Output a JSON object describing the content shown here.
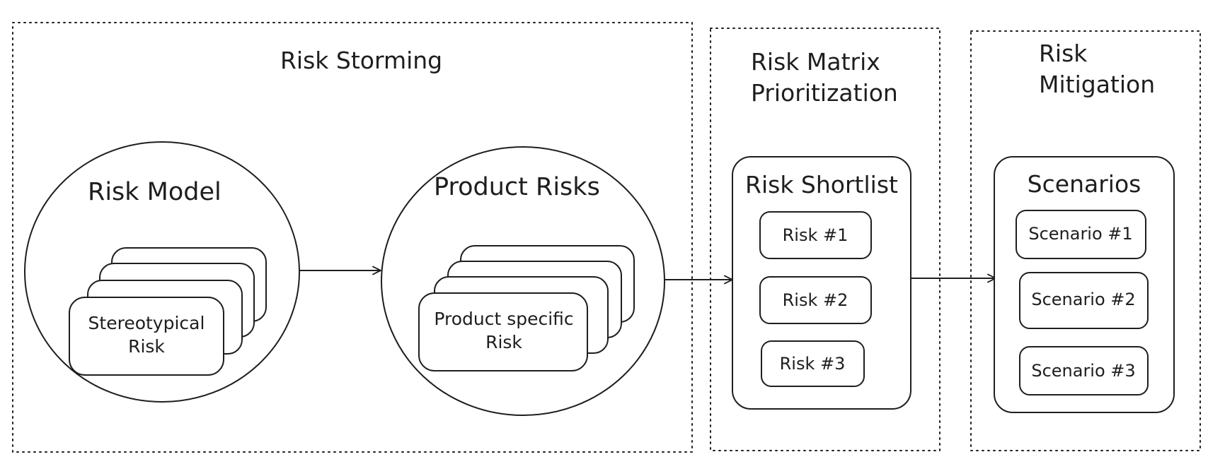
{
  "sections": {
    "storming": {
      "title": "Risk Storming"
    },
    "matrix": {
      "title_line1": "Risk Matrix",
      "title_line2": "Prioritization"
    },
    "mitigation": {
      "title_line1": "Risk",
      "title_line2": "Mitigation"
    }
  },
  "risk_model": {
    "title": "Risk Model",
    "card_line1": "Stereotypical",
    "card_line2": "Risk"
  },
  "product_risks": {
    "title": "Product Risks",
    "card_line1": "Product specific",
    "card_line2": "Risk"
  },
  "shortlist": {
    "title": "Risk Shortlist",
    "items": [
      "Risk #1",
      "Risk #2",
      "Risk #3"
    ]
  },
  "scenarios": {
    "title": "Scenarios",
    "items": [
      "Scenario #1",
      "Scenario #2",
      "Scenario #3"
    ]
  }
}
